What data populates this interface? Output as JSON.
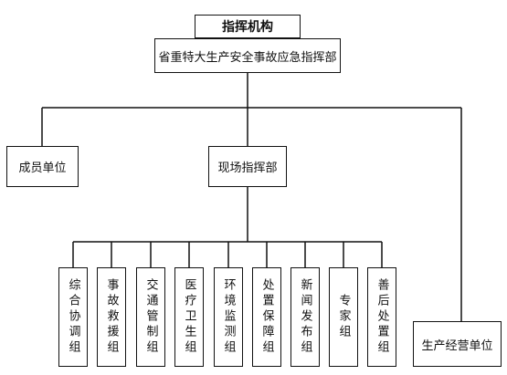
{
  "header": {
    "org_top": "指挥机构",
    "org_main": "省重特大生产安全事故应急指挥部"
  },
  "level2": {
    "member_units": "成员单位",
    "field_command": "现场指挥部",
    "production_units": "生产经营单位"
  },
  "groups": [
    "综合协调组",
    "事故救援组",
    "交通管制组",
    "医疗卫生组",
    "环境监测组",
    "处置保障组",
    "新闻发布组",
    "专家组",
    "善后处置组"
  ]
}
